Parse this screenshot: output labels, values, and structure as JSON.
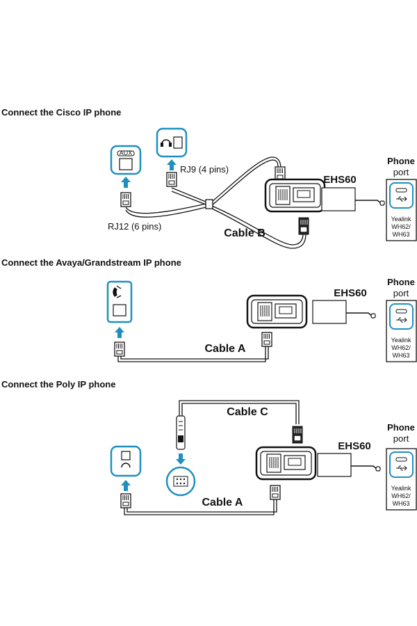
{
  "sections": {
    "cisco": {
      "title": "Connect the Cisco IP phone",
      "aux_label": "AUX",
      "rj9_label": "RJ9 (4 pins)",
      "rj12_label": "RJ12 (6 pins)",
      "cable_label": "Cable B",
      "ehs_label": "EHS60",
      "port_title": "Phone",
      "port_sub": "port",
      "device_lines": [
        "Yealink",
        "WH62/",
        "WH63"
      ]
    },
    "avaya": {
      "title": "Connect the Avaya/Grandstream IP phone",
      "cable_label": "Cable A",
      "ehs_label": "EHS60",
      "port_title": "Phone",
      "port_sub": "port",
      "device_lines": [
        "Yealink",
        "WH62/",
        "WH63"
      ]
    },
    "poly": {
      "title": "Connect the Poly IP phone",
      "cable_a_label": "Cable A",
      "cable_c_label": "Cable C",
      "ehs_label": "EHS60",
      "port_title": "Phone",
      "port_sub": "port",
      "device_lines": [
        "Yealink",
        "WH62/",
        "WH63"
      ]
    }
  },
  "colors": {
    "accent": "#1f8fc0",
    "line": "#111111",
    "cable_fill": "#ffffff"
  },
  "icons": [
    "aux-port-icon",
    "headset-port-icon",
    "handset-icon",
    "up-arrow-icon",
    "down-arrow-icon",
    "rj-plug-icon",
    "usb-icon"
  ]
}
